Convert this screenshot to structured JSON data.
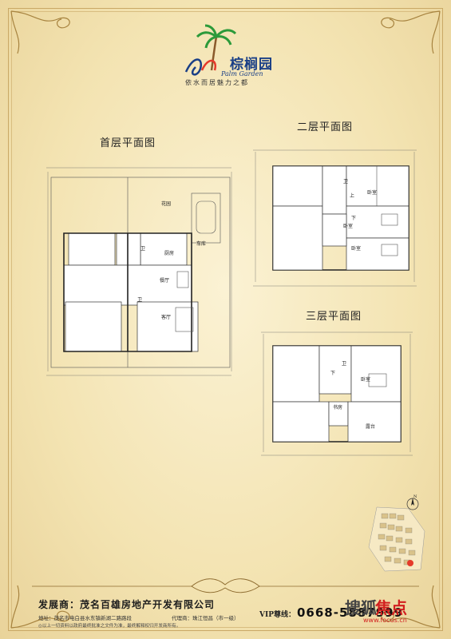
{
  "brand": {
    "name_cn": "棕榈园",
    "name_en": "Palm Garden",
    "tagline": "依水而居魅力之都",
    "colors": {
      "primary": "#1a3f86",
      "accent": "#e53a2b",
      "palm": "#2c9a3a"
    }
  },
  "floors": {
    "first": {
      "title": "首层平面图",
      "rooms": {
        "garden": "花园",
        "garage": "车库",
        "kitchen": "厨房",
        "dining": "餐厅",
        "living": "客厅",
        "toilet": "卫",
        "toilet2": "卫"
      }
    },
    "second": {
      "title": "二层平面图",
      "rooms": {
        "bedroom1": "卧室",
        "bedroom2": "卧室",
        "bedroom3": "卧室",
        "toilet": "卫",
        "up": "上",
        "down": "下"
      }
    },
    "third": {
      "title": "三层平面图",
      "rooms": {
        "bedroom": "卧室",
        "terrace": "露台",
        "study": "书房",
        "toilet": "卫",
        "down": "下"
      }
    }
  },
  "footer": {
    "developer": "发展商：茂名百雄房地产开发有限公司",
    "address": "地址：茂名市电白县水东镇新湖二路路段",
    "agent": "代理商：珠江恒昌（市一级）",
    "vip_label": "VIP尊线：",
    "vip_number": "0668-5887999",
    "note": "◎以上一切资料以政府最终批准之文件为准，最终解释权归开发商所有。"
  },
  "watermark": {
    "brand": "搜狐",
    "logo": "焦点",
    "url": "www.focus.cn"
  },
  "compass_label": "N"
}
